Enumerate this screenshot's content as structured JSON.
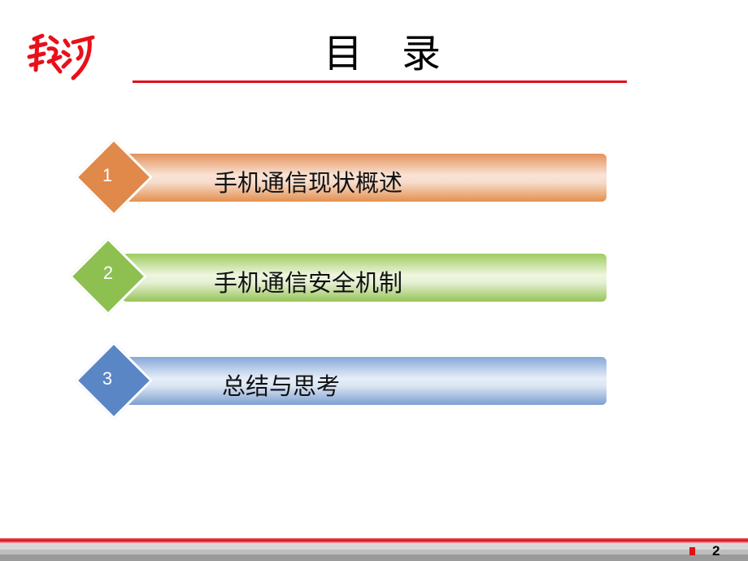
{
  "title": "目　录",
  "logo": {
    "text": "银河",
    "color": "#e0101a"
  },
  "items": [
    {
      "number": "1",
      "label": "手机通信现状概述",
      "color": "#e0894a"
    },
    {
      "number": "2",
      "label": "手机通信安全机制",
      "color": "#8dc051"
    },
    {
      "number": "3",
      "label": "总结与思考",
      "color": "#5b86c6"
    }
  ],
  "footer": {
    "page_number": "2",
    "accent": "#e0101a"
  }
}
